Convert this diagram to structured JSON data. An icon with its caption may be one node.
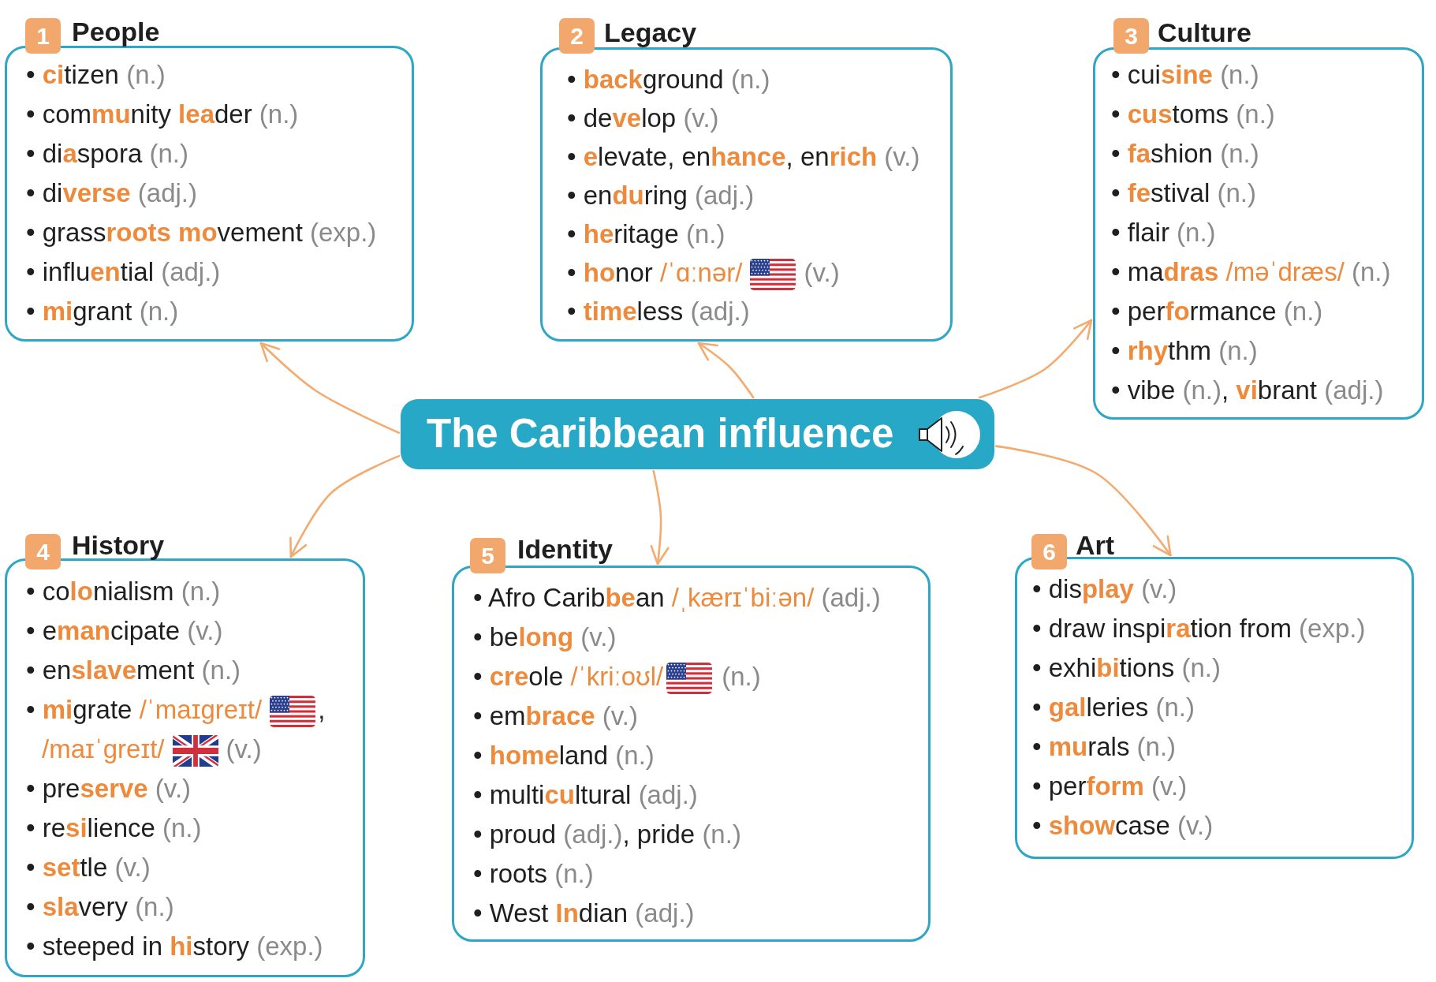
{
  "diagram": {
    "nodes": [
      {
        "text": [
          "1",
          "People",
          "• **ci**tizen (n.)",
          "• com**mu**nity **lea**der (n.)",
          "• di**a**spora (n.)",
          "• di**verse** (adj.)",
          "• grass**roots mo**vement (exp.)",
          "• influ**en**tial (adj.)",
          "• **mi**grant (n.)"
        ]
      },
      {
        "text": [
          "2",
          "Legacy",
          "• **back**ground (n.)",
          "• de**ve**lop (v.)",
          "• **e**levate, en**hance**, en**rich** (v.)",
          "• en**du**ring (adj.)",
          "• **he**ritage (n.)",
          "• **ho**nor /ˈɑːnər/",
          "(v.)",
          "• **time**less (adj.)"
        ]
      },
      {
        "text": [
          "3",
          "Culture",
          "• cui**sine** (n.)",
          "• **cus**toms (n.)",
          "• **fa**shion (n.)",
          "• **fe**stival (n.)",
          "• flair (n.)",
          "• ma**dras** /məˈdræs/ (n.)",
          "• per**fo**rmance (n.)",
          "• **rhy**thm (n.)",
          "• vibe (n.), **vi**brant (adj.)"
        ]
      },
      {
        "text": [
          "The Caribbean influence"
        ]
      },
      {
        "text": [
          "4",
          "History",
          "• co**lo**nialism (n.)",
          "• e**man**cipate (v.)",
          "• en**slave**ment (n.)",
          "• **mi**grate /ˈmaɪgreɪt/",
          ",",
          "/maɪˈgreɪt/",
          "(v.)",
          "• pre**serve** (v.)",
          "• re**si**lience (n.)",
          "• **set**tle (v.)",
          "• **sla**very (n.)",
          "• steeped in **hi**story (exp.)"
        ]
      },
      {
        "text": [
          "5",
          "Identity",
          "• Afro Carib**be**an /ˌkærɪˈbiːən/ (adj.)",
          "• be**long** (v.)",
          "• **cre**ole /ˈkriːoʊl/",
          "(n.)",
          "• em**brace** (v.)",
          "• **home**land (n.)",
          "• multi**cu**ltural (adj.)",
          "• proud (adj.), pride (n.)",
          "• roots (n.)",
          "• West **In**dian (adj.)"
        ]
      },
      {
        "text": [
          "6",
          "Art",
          "• dis**play** (v.)",
          "• draw inspi**ra**tion from (exp.)",
          "• exhi**bi**tions (n.)",
          "• **gal**leries (n.)",
          "• **mu**rals (n.)",
          "• per**form** (v.)",
          "• **show**case (v.)"
        ]
      }
    ],
    "edges": [
      {
        "from": 3,
        "to": 0,
        "arrow": "to"
      },
      {
        "from": 3,
        "to": 1,
        "arrow": "to"
      },
      {
        "from": 3,
        "to": 2,
        "arrow": "to"
      },
      {
        "from": 3,
        "to": 4,
        "arrow": "to"
      },
      {
        "from": 3,
        "to": 5,
        "arrow": "to"
      },
      {
        "from": 3,
        "to": 6,
        "arrow": "to"
      }
    ]
  }
}
